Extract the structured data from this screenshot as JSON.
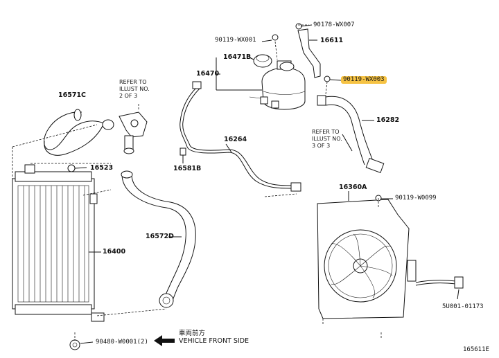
{
  "labels": {
    "p90178": "90178-WX007",
    "p16611": "16611",
    "p90119_wx001": "90119-WX001",
    "p16471b": "16471B",
    "p16470": "16470",
    "p90119_wx003": "90119-WX003",
    "p16282": "16282",
    "p16571c": "16571C",
    "p16264": "16264",
    "p16581b": "16581B",
    "p16523": "16523",
    "p16360a": "16360A",
    "p90119_w0099": "90119-W0099",
    "p16400": "16400",
    "p16572d": "16572D",
    "p5u001": "5U001-01173",
    "p90480": "90480-W0001(2)",
    "diagram_code": "165611E"
  },
  "notes": {
    "refer_top": [
      "REFER TO",
      "ILLUST NO.",
      "2 OF 3"
    ],
    "refer_right": [
      "REFER TO",
      "ILLUST NO.",
      "3 OF 3"
    ]
  },
  "direction": {
    "chinese": "車両前方",
    "english": "VEHICLE FRONT SIDE"
  },
  "colors": {
    "highlight": "#f6c344",
    "line": "#111111"
  }
}
